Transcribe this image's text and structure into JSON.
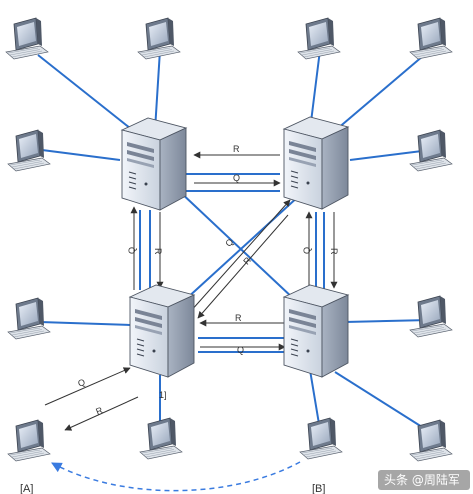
{
  "diagram": {
    "colors": {
      "link": "#2a6fcc",
      "arrow": "#333333",
      "dashed": "#3a7be0"
    },
    "labels": {
      "reply": "R",
      "query": "Q",
      "node_id": "1]",
      "client_a": "[A]",
      "client_b": "[B]"
    },
    "watermark": "头条 @周陆军",
    "icons": {
      "server": "server-icon",
      "computer": "computer-icon"
    }
  }
}
